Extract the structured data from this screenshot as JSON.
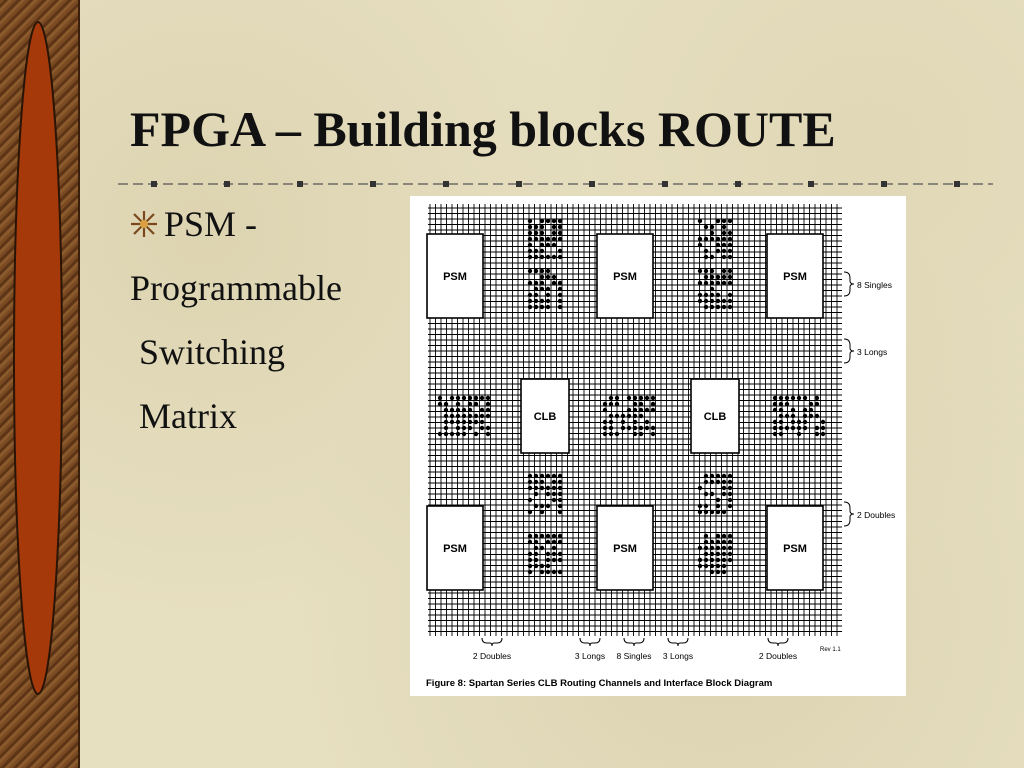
{
  "slide": {
    "title": "FPGA – Building blocks ROUTE",
    "bullet": {
      "lines": [
        "PSM -",
        "Programmable",
        " Switching",
        " Matrix"
      ]
    }
  },
  "figure": {
    "psm_label": "PSM",
    "clb_label": "CLB",
    "right_annotations": [
      "8 Singles",
      "3 Longs",
      "2 Doubles"
    ],
    "bottom_annotations": [
      "2 Doubles",
      "3 Longs",
      "8 Singles",
      "3 Longs",
      "2 Doubles"
    ],
    "revision": "Rev 1.1",
    "caption": "Figure 8:  Spartan Series CLB Routing Channels and Interface Block Diagram"
  },
  "colors": {
    "background": "#e6dfc0",
    "left_bar_wood": "#6b3e1a",
    "left_bar_oval": "#a5390a",
    "title_text": "#111111"
  }
}
